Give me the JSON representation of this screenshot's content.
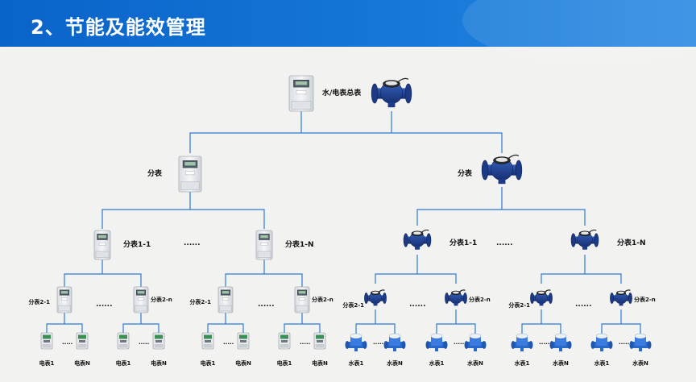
{
  "header": {
    "title": "2、节能及能效管理"
  },
  "labels": {
    "root": "水/电表总表",
    "l1_left": "分表",
    "l1_right": "分表",
    "l2_first": "分表1-1",
    "l2_last": "分表1-N",
    "l3_first": "分表2-1",
    "l3_last": "分表2-n",
    "ellipsis": "......",
    "leaf_dots": ".....",
    "leaf_elec_first": "电表1",
    "leaf_elec_last": "电表N",
    "leaf_water_first": "水表1",
    "leaf_water_last": "水表N"
  },
  "colors": {
    "header": "#1270d3",
    "connector": "#2b7ad6",
    "electric_meter_body": "#e9ecef",
    "water_meter_body": "#1b3d8c"
  },
  "icons": {
    "electric_meter": "electric-meter-icon",
    "water_meter": "water-meter-icon",
    "small_electric_meter": "small-electric-meter-icon",
    "small_water_meter": "small-water-meter-icon"
  }
}
